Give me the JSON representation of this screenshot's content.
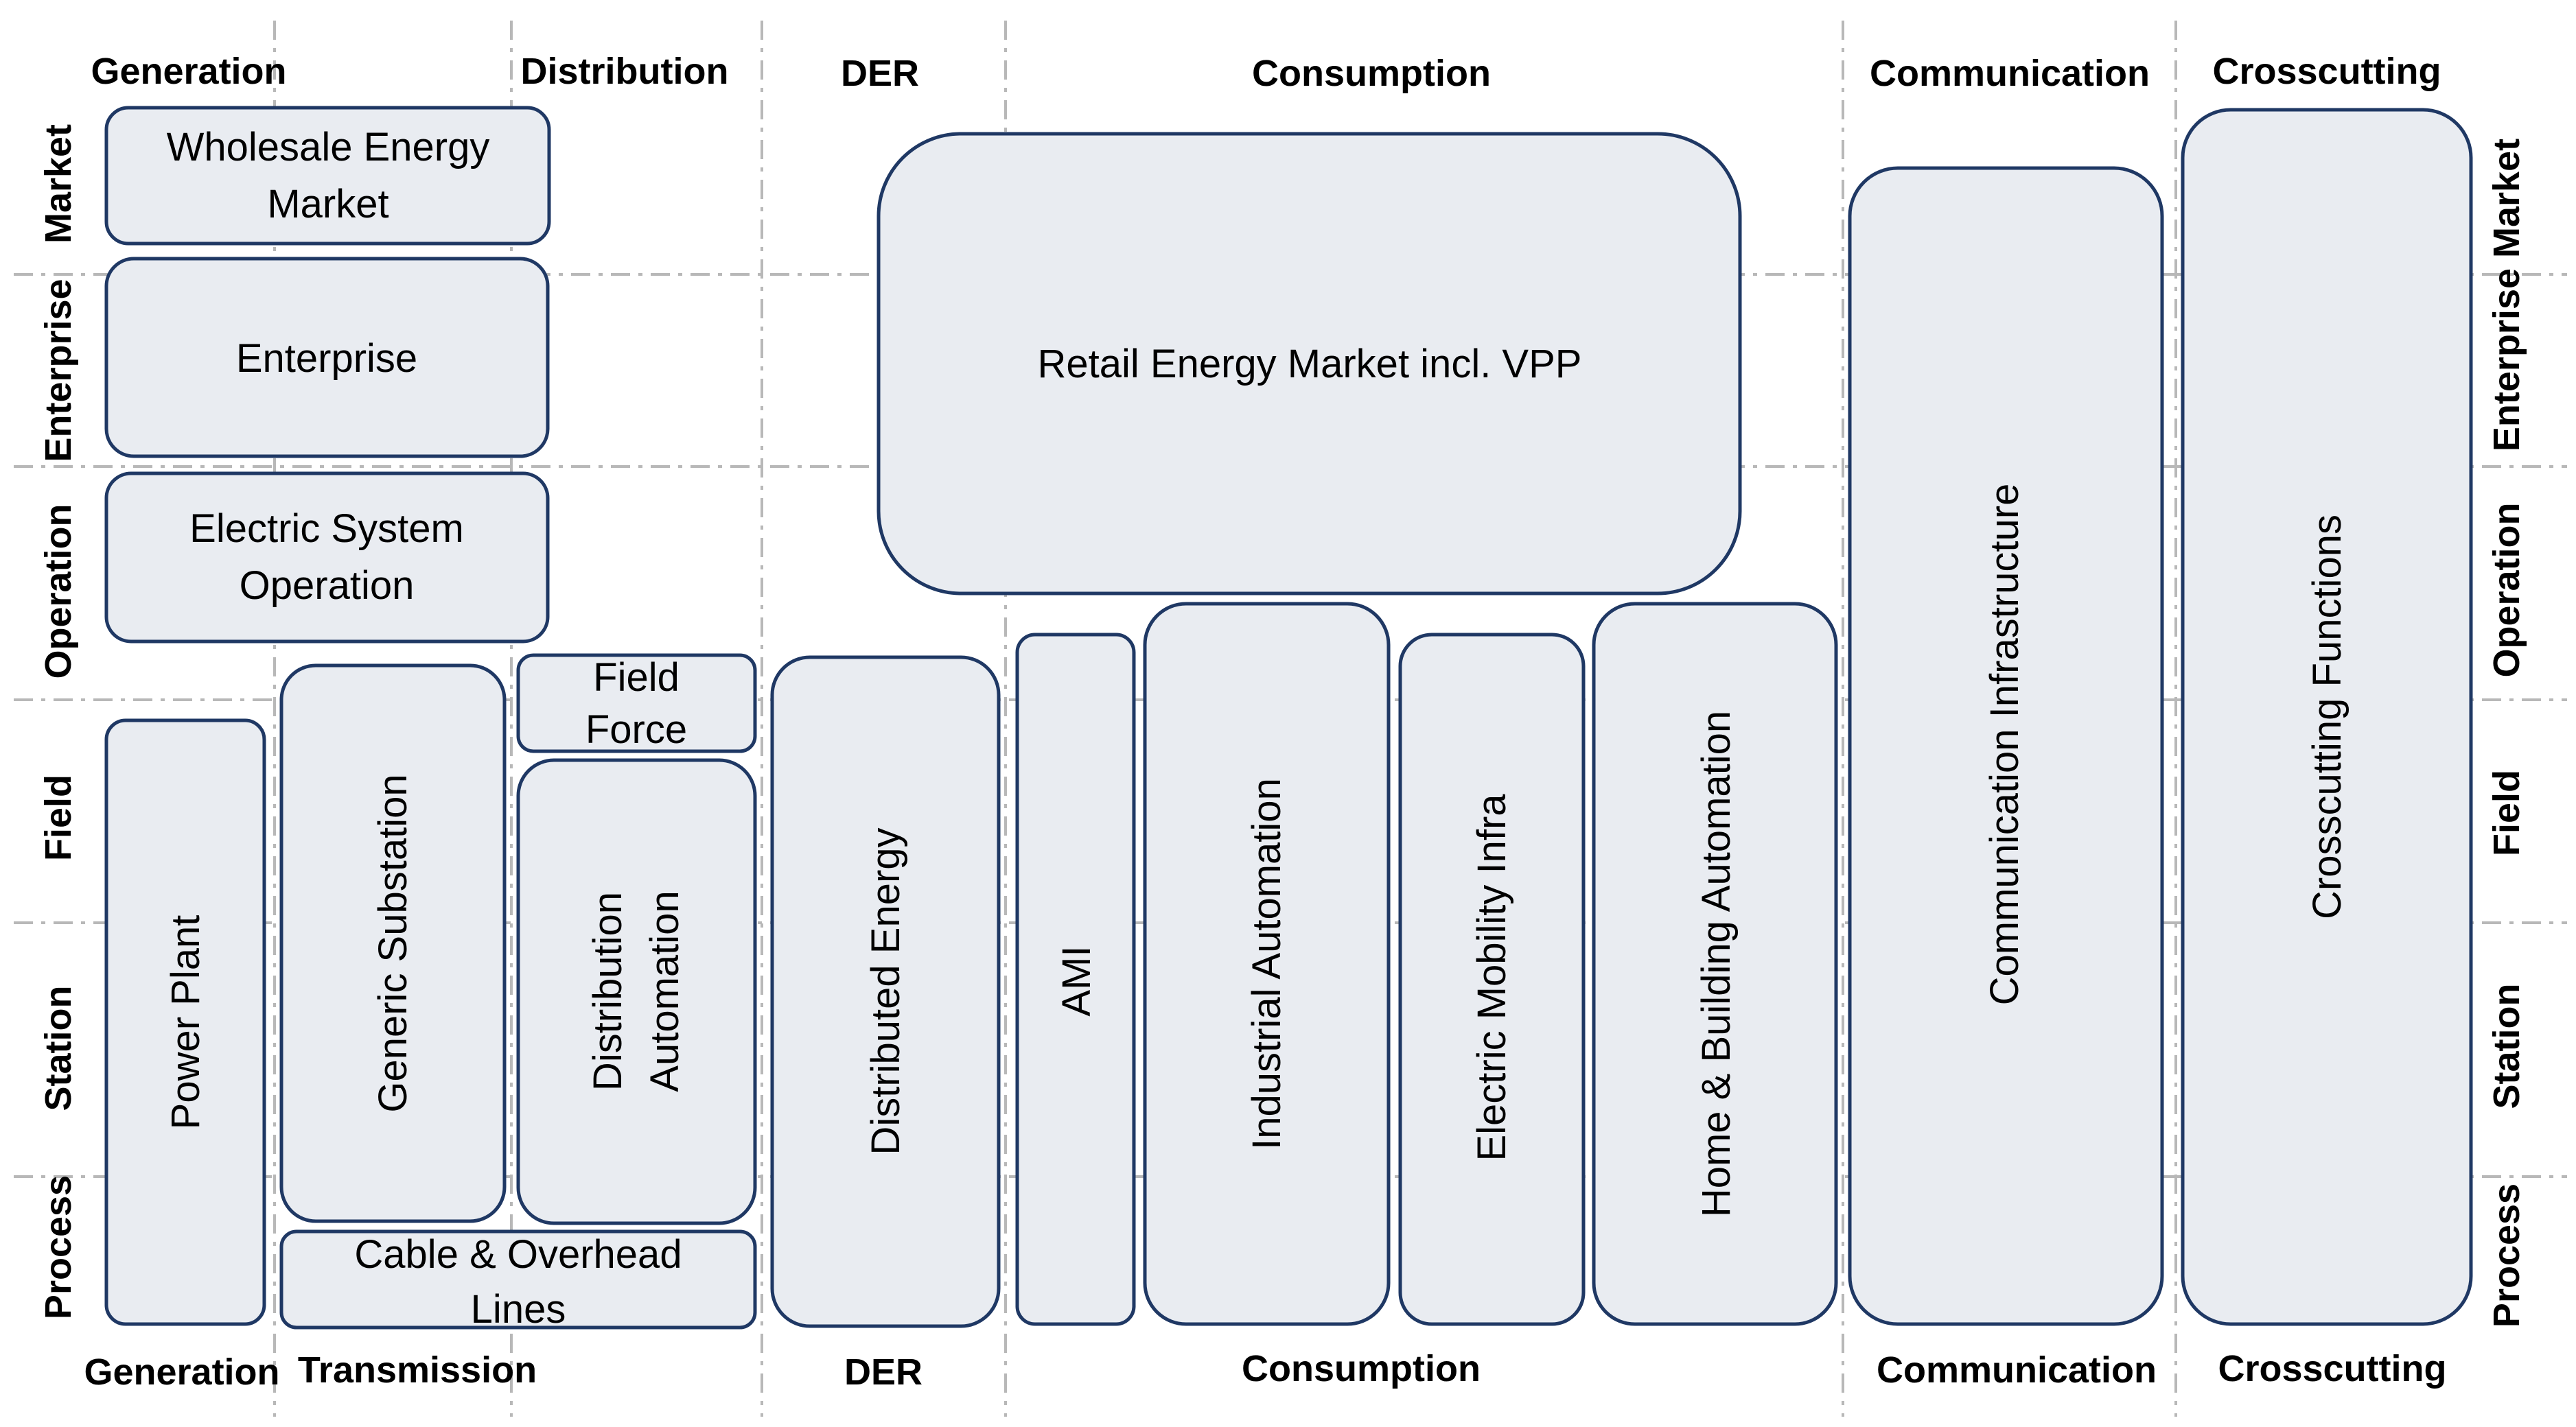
{
  "top_labels": [
    "Generation",
    "Distribution",
    "DER",
    "Consumption",
    "Communication",
    "Crosscutting"
  ],
  "bottom_labels": [
    "Generation",
    "Transmission",
    "DER",
    "Consumption",
    "Communication",
    "Crosscutting"
  ],
  "left_zones": [
    "Market",
    "Enterprise",
    "Operation",
    "Field",
    "Station",
    "Process"
  ],
  "right_zones": [
    "Enterprise Market",
    "Operation",
    "Field",
    "Station",
    "Process"
  ],
  "boxes": {
    "wholesale_l1": "Wholesale Energy",
    "wholesale_l2": "Market",
    "enterprise": "Enterprise",
    "eso_l1": "Electric System",
    "eso_l2": "Operation",
    "retail": "Retail Energy Market incl. VPP",
    "field_force_l1": "Field",
    "field_force_l2": "Force",
    "cable_l1": "Cable & Overhead",
    "cable_l2": "Lines",
    "power_plant": "Power Plant",
    "generic_substation": "Generic Substation",
    "dist_auto_l1": "Distribution",
    "dist_auto_l2": "Automation",
    "distributed_energy": "Distributed Energy",
    "ami": "AMI",
    "industrial_automation": "Industrial Automation",
    "electric_mobility": "Electric Mobility Infra",
    "home_building": "Home & Building Automation",
    "communication_infra": "Communication Infrastructure",
    "crosscutting_functions": "Crosscutting Functions"
  },
  "colors": {
    "box_fill": "#e9ecf1",
    "box_stroke": "#1f3864",
    "grid": "#b8b8b8",
    "text": "#000000"
  }
}
